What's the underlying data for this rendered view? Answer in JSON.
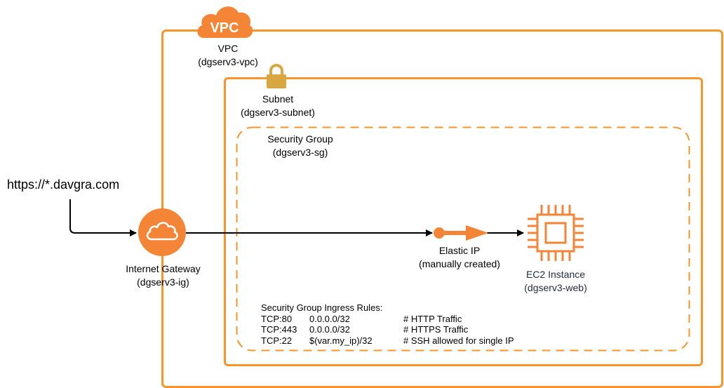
{
  "vpc": {
    "badge_text": "VPC",
    "label": "VPC",
    "name": "(dgserv3-vpc)",
    "color": "#F7952A"
  },
  "subnet": {
    "label": "Subnet",
    "name": "(dgserv3-subnet)",
    "icon": "lock-icon",
    "icon_color": "#D9A741"
  },
  "security_group": {
    "label": "Security Group",
    "name": "(dgserv3-sg)",
    "rules_title": "Security Group Ingress Rules:",
    "rules": [
      {
        "port": "TCP:80",
        "cidr": "0.0.0.0/32",
        "comment": "# HTTP Traffic"
      },
      {
        "port": "TCP:443",
        "cidr": "0.0.0.0/32",
        "comment": "# HTTPS Traffic"
      },
      {
        "port": "TCP:22",
        "cidr": "$(var.my_ip)/32",
        "comment": "# SSH allowed for single IP"
      }
    ]
  },
  "url": "https://*.davgra.com",
  "internet_gateway": {
    "label": "Internet Gateway",
    "name": "(dgserv3-ig)",
    "icon": "cloud-icon"
  },
  "elastic_ip": {
    "label": "Elastic IP",
    "name": "(manually created)",
    "icon": "elastic-ip-icon"
  },
  "ec2": {
    "label": "EC2 Instance",
    "name": "(dgserv3-web)",
    "icon": "chip-icon",
    "name_color": "#232F3E"
  },
  "colors": {
    "aws_orange": "#F7952A",
    "icon_orange": "#F58536",
    "edge": "#000000"
  }
}
